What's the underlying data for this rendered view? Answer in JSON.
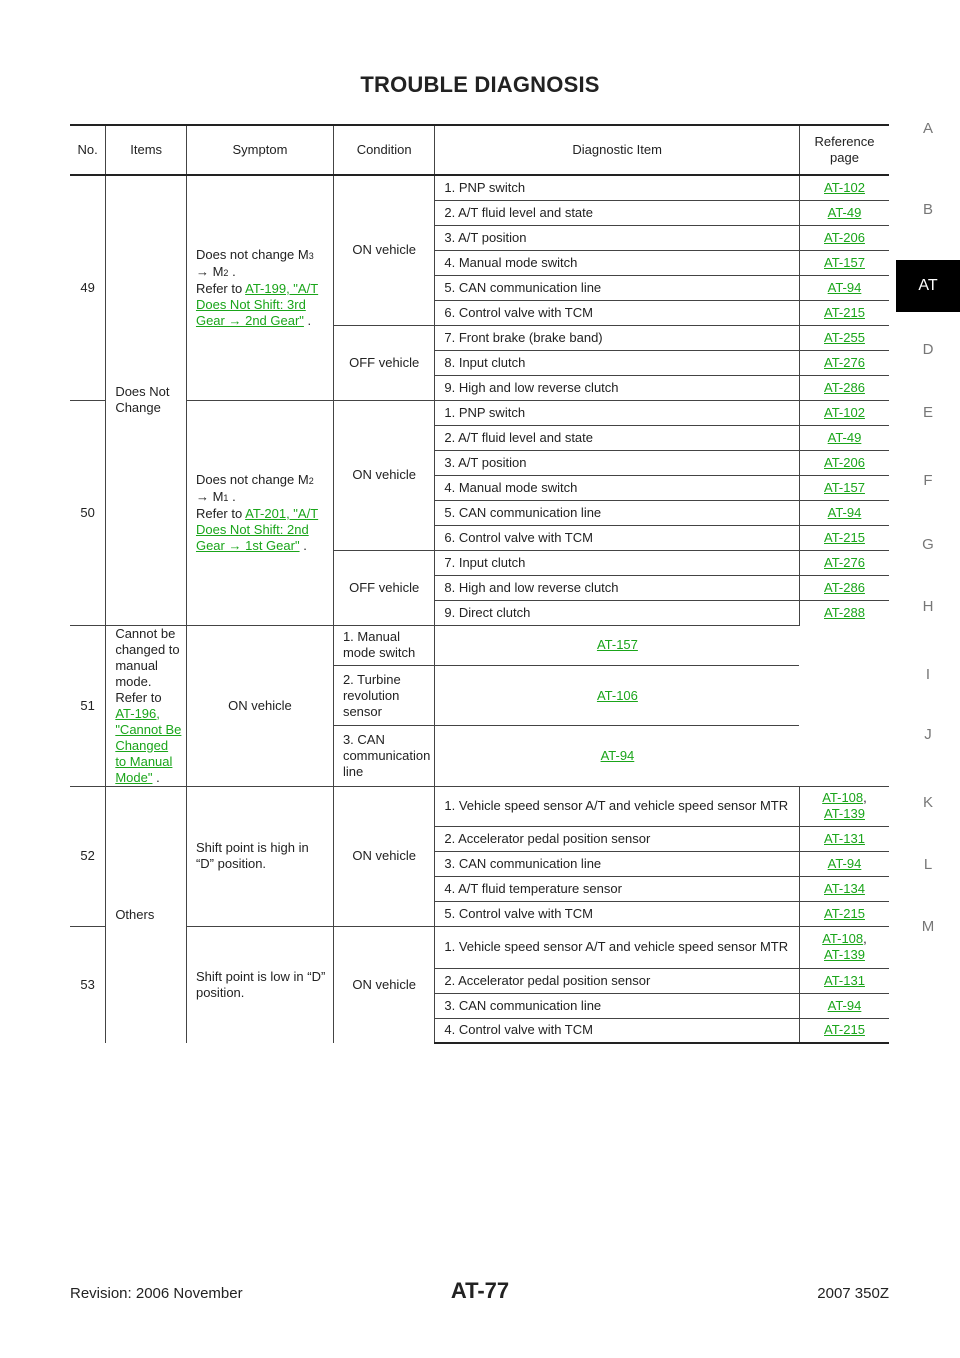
{
  "page_title": "TROUBLE DIAGNOSIS",
  "headers": {
    "no": "No.",
    "items": "Items",
    "symptom": "Symptom",
    "condition": "Condition",
    "diag": "Diagnostic Item",
    "ref": "Reference page"
  },
  "items": {
    "does_not_change": "Does Not Change",
    "others": "Others"
  },
  "rows": {
    "r49": {
      "no": "49",
      "symptom": {
        "a": "Does not change M",
        "sub1": "3",
        "b": "→ M",
        "sub2": "2",
        "c": ".",
        "refer": "Refer to",
        "link": "AT-199, \"A/T Does Not Shift: 3rd Gear → 2nd Gear\"",
        "end": "."
      },
      "on": "ON vehicle",
      "off": "OFF vehicle",
      "diag": [
        {
          "item": "1. PNP switch",
          "ref": "AT-102"
        },
        {
          "item": "2. A/T fluid level and state",
          "ref": "AT-49"
        },
        {
          "item": "3. A/T position",
          "ref": "AT-206"
        },
        {
          "item": "4. Manual mode switch",
          "ref": "AT-157"
        },
        {
          "item": "5. CAN communication line",
          "ref": "AT-94"
        },
        {
          "item": "6. Control valve with TCM",
          "ref": "AT-215"
        },
        {
          "item": "7. Front brake (brake band)",
          "ref": "AT-255"
        },
        {
          "item": "8. Input clutch",
          "ref": "AT-276"
        },
        {
          "item": "9. High and low reverse clutch",
          "ref": "AT-286"
        }
      ]
    },
    "r50": {
      "no": "50",
      "symptom": {
        "a": "Does not change M",
        "sub1": "2",
        "b": "→ M",
        "sub2": "1",
        "c": ".",
        "refer": "Refer to",
        "link": "AT-201, \"A/T Does Not Shift: 2nd Gear → 1st Gear\"",
        "end": "."
      },
      "on": "ON vehicle",
      "off": "OFF vehicle",
      "diag": [
        {
          "item": "1. PNP switch",
          "ref": "AT-102"
        },
        {
          "item": "2. A/T fluid level and state",
          "ref": "AT-49"
        },
        {
          "item": "3. A/T position",
          "ref": "AT-206"
        },
        {
          "item": "4. Manual mode switch",
          "ref": "AT-157"
        },
        {
          "item": "5. CAN communication line",
          "ref": "AT-94"
        },
        {
          "item": "6. Control valve with TCM",
          "ref": "AT-215"
        },
        {
          "item": "7. Input clutch",
          "ref": "AT-276"
        },
        {
          "item": "8. High and low reverse clutch",
          "ref": "AT-286"
        },
        {
          "item": "9. Direct clutch",
          "ref": "AT-288"
        }
      ]
    },
    "r51": {
      "no": "51",
      "symptom": {
        "text": "Cannot be changed to manual mode.",
        "refer": "Refer to",
        "link": "AT-196, \"Cannot Be Changed to Manual Mode\"",
        "end": "."
      },
      "on": "ON vehicle",
      "diag": [
        {
          "item": "1. Manual mode switch",
          "ref": "AT-157"
        },
        {
          "item": "2. Turbine revolution sensor",
          "ref": "AT-106"
        },
        {
          "item": "3. CAN communication line",
          "ref": "AT-94"
        }
      ]
    },
    "r52": {
      "no": "52",
      "symptom": "Shift point is high in “D” position.",
      "on": "ON vehicle",
      "diag": [
        {
          "item": "1. Vehicle speed sensor A/T and vehicle speed sensor MTR",
          "ref": "AT-108",
          "ref2": "AT-139"
        },
        {
          "item": "2. Accelerator pedal position sensor",
          "ref": "AT-131"
        },
        {
          "item": "3. CAN communication line",
          "ref": "AT-94"
        },
        {
          "item": "4. A/T fluid temperature sensor",
          "ref": "AT-134"
        },
        {
          "item": "5. Control valve with TCM",
          "ref": "AT-215"
        }
      ]
    },
    "r53": {
      "no": "53",
      "symptom": "Shift point is low in “D” position.",
      "on": "ON vehicle",
      "diag": [
        {
          "item": "1. Vehicle speed sensor A/T and vehicle speed sensor MTR",
          "ref": "AT-108",
          "ref2": "AT-139"
        },
        {
          "item": "2. Accelerator pedal position sensor",
          "ref": "AT-131"
        },
        {
          "item": "3. CAN communication line",
          "ref": "AT-94"
        },
        {
          "item": "4. Control valve with TCM",
          "ref": "AT-215"
        }
      ]
    }
  },
  "sidebar": [
    "A",
    "B",
    "AT",
    "D",
    "E",
    "F",
    "G",
    "H",
    "I",
    "J",
    "K",
    "L",
    "M"
  ],
  "footer": {
    "revision": "Revision: 2006 November",
    "page": "AT-77",
    "model": "2007 350Z"
  },
  "ref_separator": ","
}
